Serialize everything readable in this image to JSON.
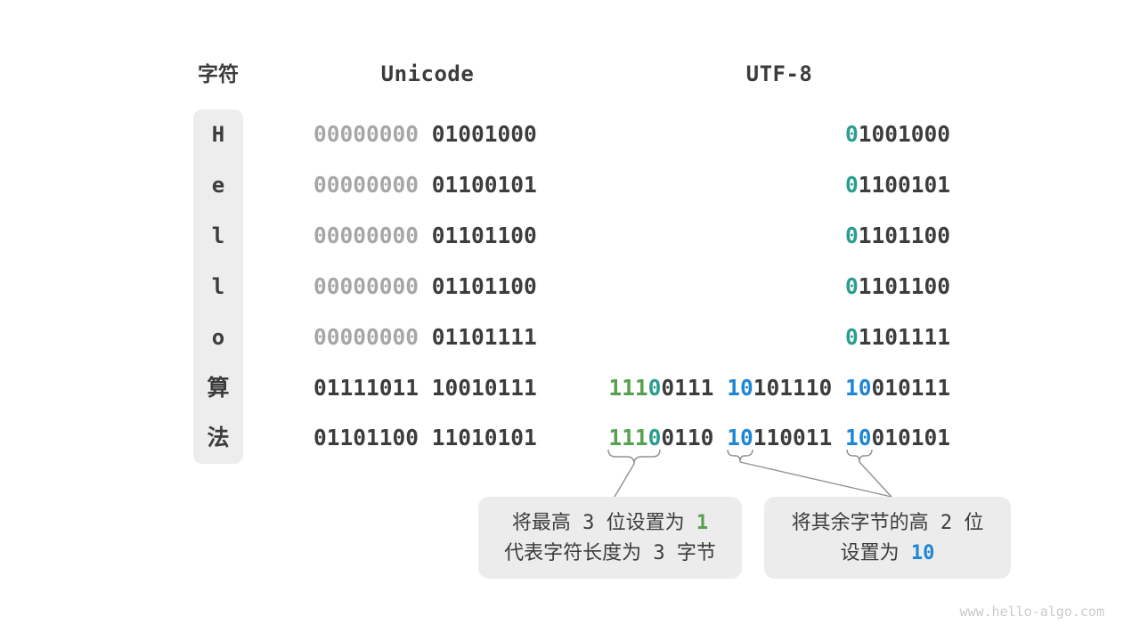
{
  "colors": {
    "dark": "#3C3C3C",
    "gray": "#A6A6A6",
    "teal": "#2A9D8F",
    "green": "#56A050",
    "blue": "#1E87D5",
    "sidebar_bg": "#EDEDED",
    "box_bg": "#ECECEC",
    "connector": "#909090",
    "watermark": "#C9CCCB"
  },
  "headers": {
    "char": "字符",
    "unicode": "Unicode",
    "utf8": "UTF-8"
  },
  "rows": [
    {
      "char": "H",
      "unicode": [
        {
          "text": "00000000",
          "color": "gray"
        },
        {
          "text": " 01001000",
          "color": "dark"
        }
      ],
      "utf8": [
        {
          "text": "0",
          "color": "teal"
        },
        {
          "text": "1001000",
          "color": "dark"
        }
      ]
    },
    {
      "char": "e",
      "unicode": [
        {
          "text": "00000000",
          "color": "gray"
        },
        {
          "text": " 01100101",
          "color": "dark"
        }
      ],
      "utf8": [
        {
          "text": "0",
          "color": "teal"
        },
        {
          "text": "1100101",
          "color": "dark"
        }
      ]
    },
    {
      "char": "l",
      "unicode": [
        {
          "text": "00000000",
          "color": "gray"
        },
        {
          "text": " 01101100",
          "color": "dark"
        }
      ],
      "utf8": [
        {
          "text": "0",
          "color": "teal"
        },
        {
          "text": "1101100",
          "color": "dark"
        }
      ]
    },
    {
      "char": "l",
      "unicode": [
        {
          "text": "00000000",
          "color": "gray"
        },
        {
          "text": " 01101100",
          "color": "dark"
        }
      ],
      "utf8": [
        {
          "text": "0",
          "color": "teal"
        },
        {
          "text": "1101100",
          "color": "dark"
        }
      ]
    },
    {
      "char": "o",
      "unicode": [
        {
          "text": "00000000",
          "color": "gray"
        },
        {
          "text": " 01101111",
          "color": "dark"
        }
      ],
      "utf8": [
        {
          "text": "0",
          "color": "teal"
        },
        {
          "text": "1101111",
          "color": "dark"
        }
      ]
    },
    {
      "char": "算",
      "unicode": [
        {
          "text": "01111011 10010111",
          "color": "dark"
        }
      ],
      "utf8": [
        {
          "text": "111",
          "color": "green"
        },
        {
          "text": "0",
          "color": "teal"
        },
        {
          "text": "0111 ",
          "color": "dark"
        },
        {
          "text": "10",
          "color": "blue"
        },
        {
          "text": "101110 ",
          "color": "dark"
        },
        {
          "text": "10",
          "color": "blue"
        },
        {
          "text": "010111",
          "color": "dark"
        }
      ]
    },
    {
      "char": "法",
      "unicode": [
        {
          "text": "01101100 11010101",
          "color": "dark"
        }
      ],
      "utf8": [
        {
          "text": "111",
          "color": "green"
        },
        {
          "text": "0",
          "color": "teal"
        },
        {
          "text": "0110 ",
          "color": "dark"
        },
        {
          "text": "10",
          "color": "blue"
        },
        {
          "text": "110011 ",
          "color": "dark"
        },
        {
          "text": "10",
          "color": "blue"
        },
        {
          "text": "010101",
          "color": "dark"
        }
      ]
    }
  ],
  "callouts": [
    {
      "lines": [
        [
          {
            "text": "将最高",
            "mono": false,
            "color": "dark"
          },
          {
            "text": " 3 ",
            "mono": true,
            "color": "dark"
          },
          {
            "text": "位设置为",
            "mono": false,
            "color": "dark"
          },
          {
            "text": " ",
            "mono": true,
            "color": "dark"
          },
          {
            "text": "1",
            "mono": true,
            "color": "green",
            "accent": true
          }
        ],
        [
          {
            "text": "代表字符长度为",
            "mono": false,
            "color": "dark"
          },
          {
            "text": " 3 ",
            "mono": true,
            "color": "dark"
          },
          {
            "text": "字节",
            "mono": false,
            "color": "dark"
          }
        ]
      ]
    },
    {
      "lines": [
        [
          {
            "text": "将其余字节的高",
            "mono": false,
            "color": "dark"
          },
          {
            "text": " 2 ",
            "mono": true,
            "color": "dark"
          },
          {
            "text": "位",
            "mono": false,
            "color": "dark"
          }
        ],
        [
          {
            "text": "设置为",
            "mono": false,
            "color": "dark"
          },
          {
            "text": " ",
            "mono": true,
            "color": "dark"
          },
          {
            "text": "10",
            "mono": true,
            "color": "blue",
            "accent": true
          }
        ]
      ]
    }
  ],
  "watermark": "www.hello-algo.com"
}
